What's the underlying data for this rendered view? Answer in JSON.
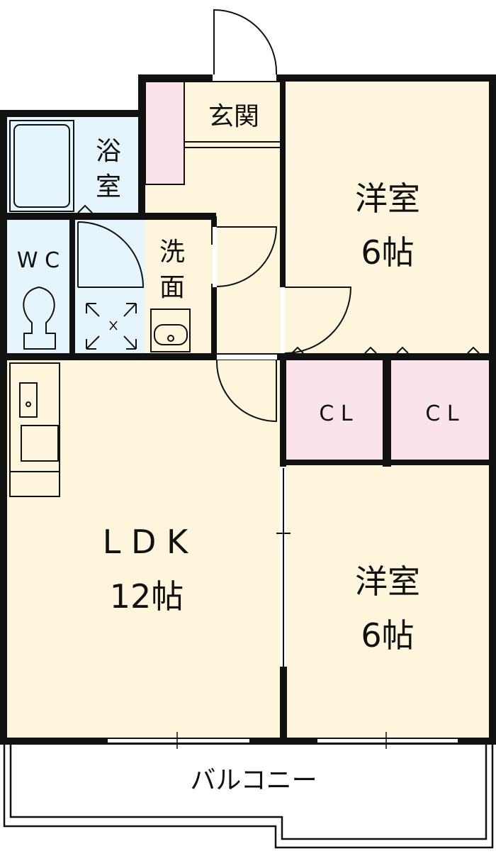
{
  "colors": {
    "wall": "#111111",
    "room_floor": "#fdf6dc",
    "closet": "#fbe3ea",
    "wet_area": "#e6f4fb"
  },
  "rooms": {
    "entrance": "玄関",
    "bath_line1": "浴",
    "bath_line2": "室",
    "wc": "W C",
    "washroom_line1": "洗",
    "washroom_line2": "面",
    "western_top_name": "洋室",
    "western_top_size": "6帖",
    "closet_left": "C L",
    "closet_right": "C L",
    "ldk_name": "L D K",
    "ldk_size": "12帖",
    "western_bottom_name": "洋室",
    "western_bottom_size": "6帖",
    "balcony": "バルコニー"
  }
}
